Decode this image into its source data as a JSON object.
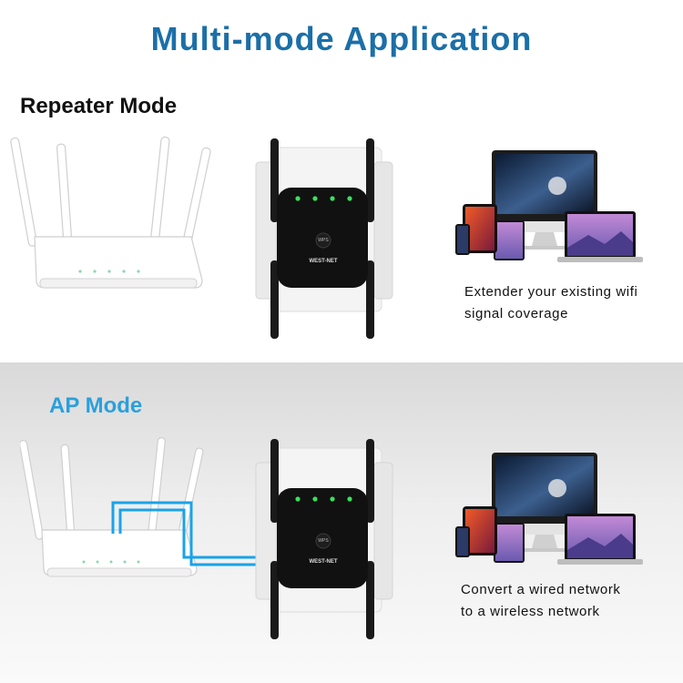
{
  "title": "Multi-mode Application",
  "repeater": {
    "label": "Repeater Mode",
    "caption_line1": "Extender your existing wifi",
    "caption_line2": "signal coverage"
  },
  "ap": {
    "label": "AP Mode",
    "caption_line1": "Convert a wired network",
    "caption_line2": "to a wireless network"
  },
  "device": {
    "brand": "WEST-NET",
    "button": "WPS",
    "led_color": "#39e25a"
  },
  "colors": {
    "title": "#1b6fa8",
    "ap_label": "#2aa0dc",
    "cable": "#1aa3e8"
  }
}
